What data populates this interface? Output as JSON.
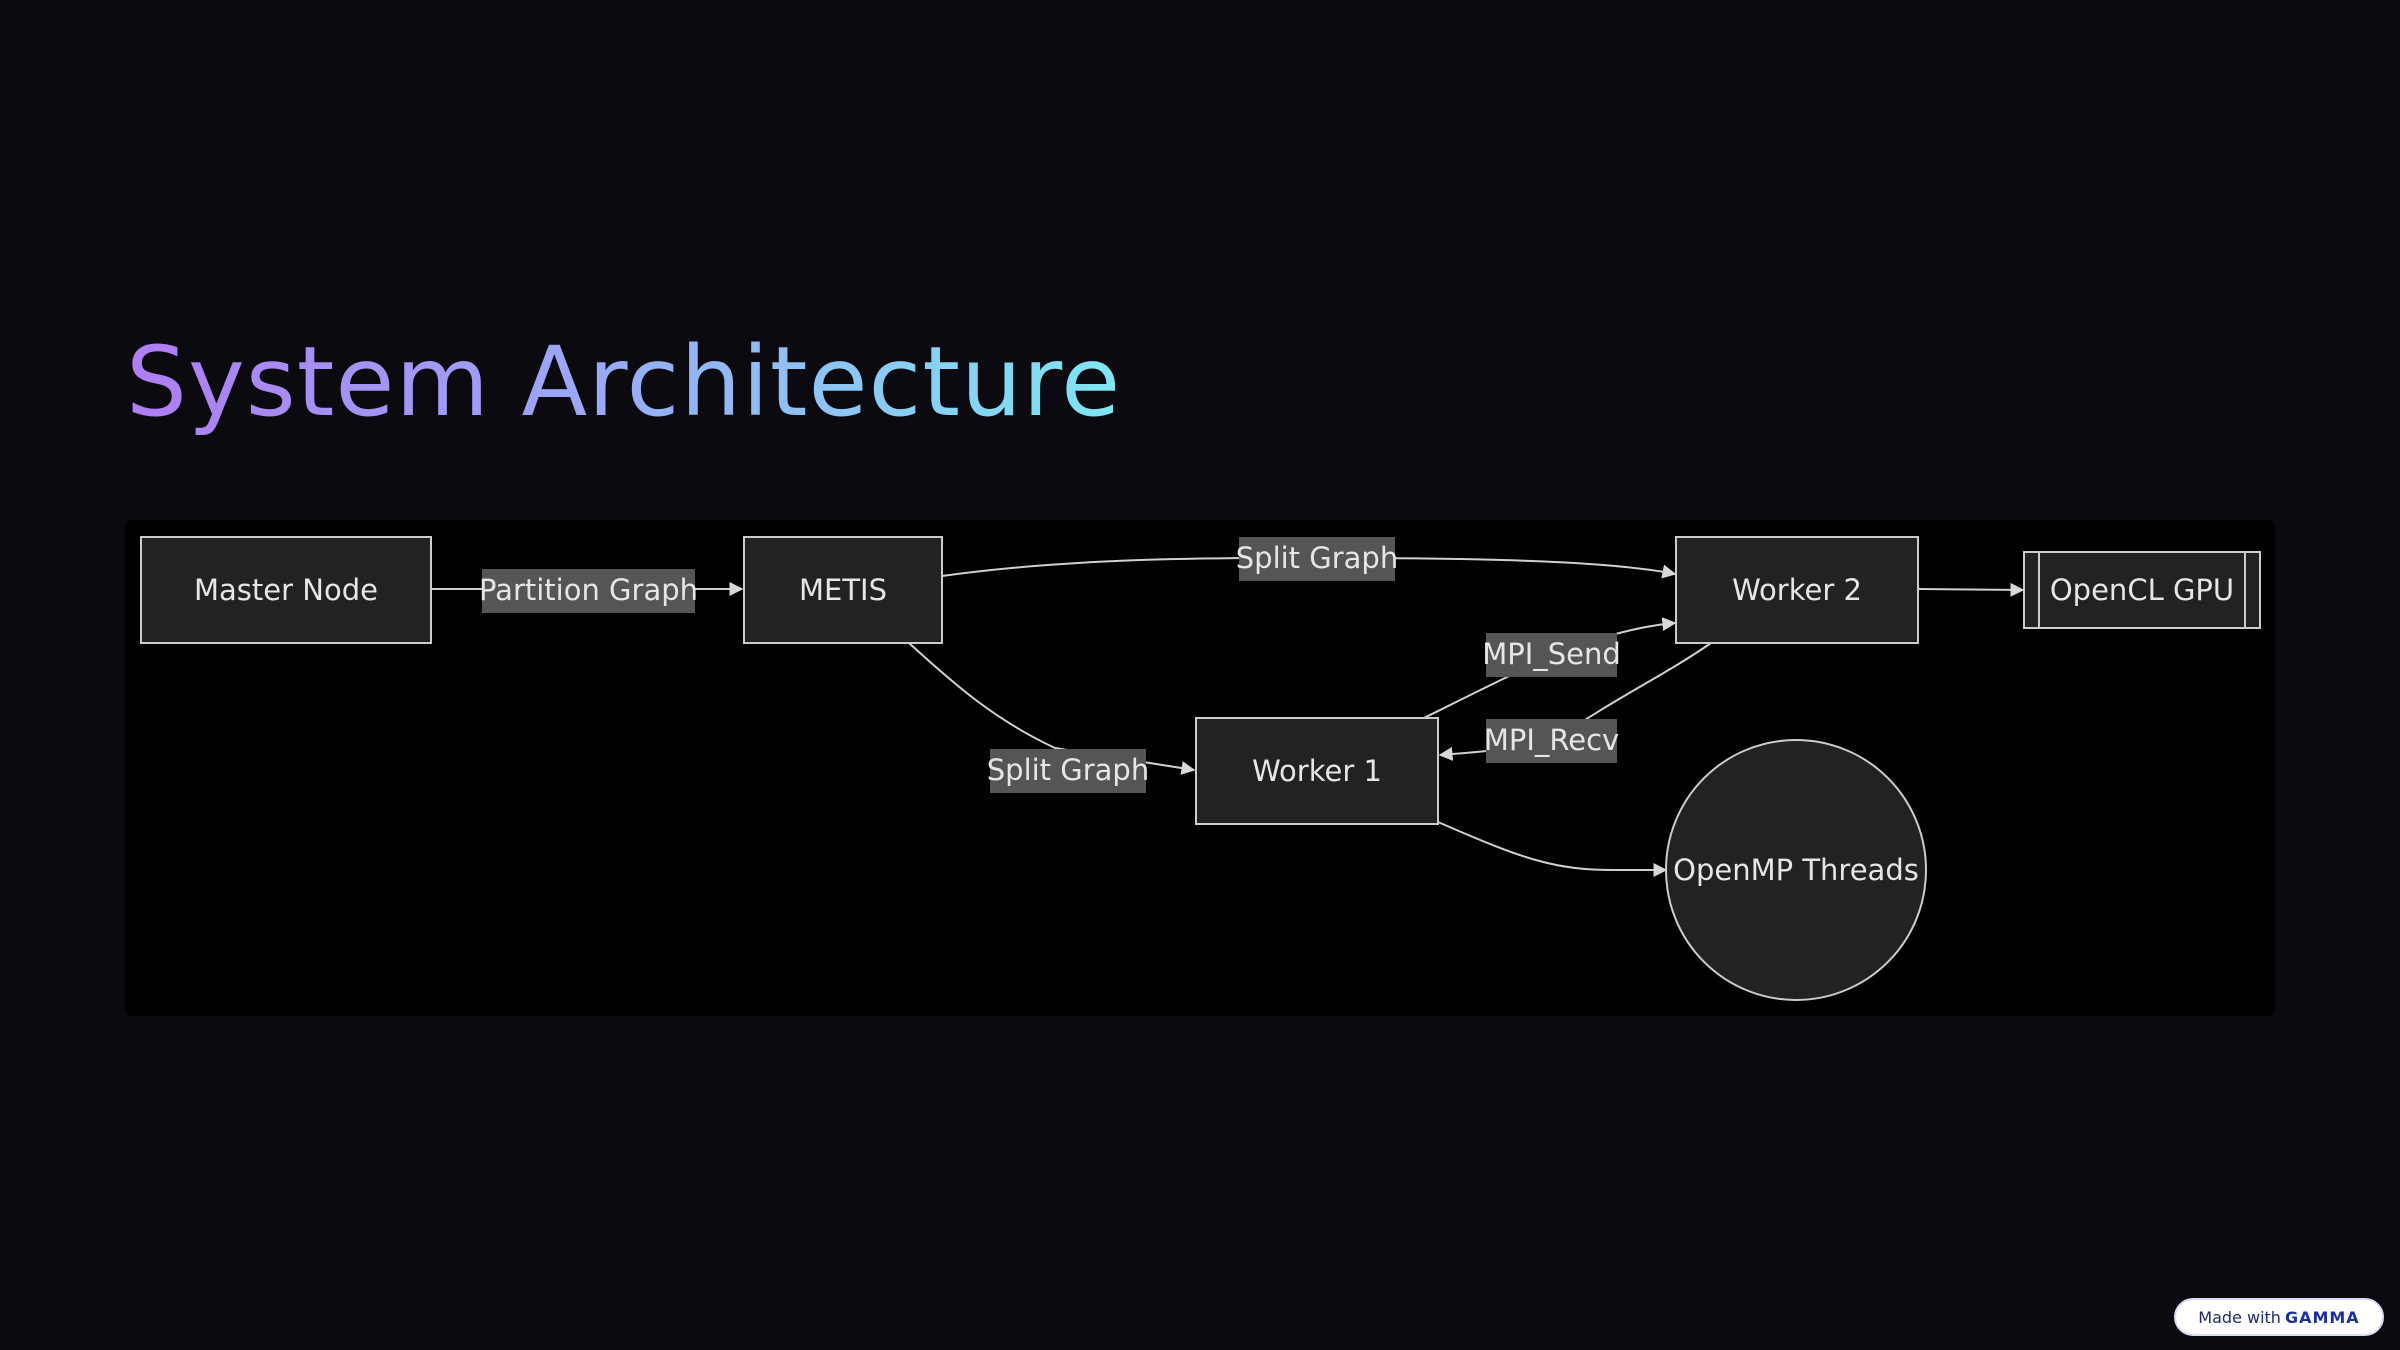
{
  "title": "System Architecture",
  "diagram": {
    "nodes": {
      "master": "Master Node",
      "metis": "METIS",
      "worker1": "Worker 1",
      "worker2": "Worker 2",
      "opencl": "OpenCL GPU",
      "openmp": "OpenMP Threads"
    },
    "edges": {
      "partition": "Partition Graph",
      "split_top": "Split Graph",
      "split_bottom": "Split Graph",
      "mpi_send": "MPI_Send",
      "mpi_recv": "MPI_Recv"
    }
  },
  "badge": {
    "prefix": "Made with",
    "brand": "GAMMA"
  },
  "colors": {
    "background": "#0a0a10",
    "panel": "#000000",
    "node_fill": "#222222",
    "node_stroke": "#cccccc",
    "edge_label_bg": "#555555",
    "title_gradient_start": "#b07cf2",
    "title_gradient_end": "#7fe6f2"
  }
}
